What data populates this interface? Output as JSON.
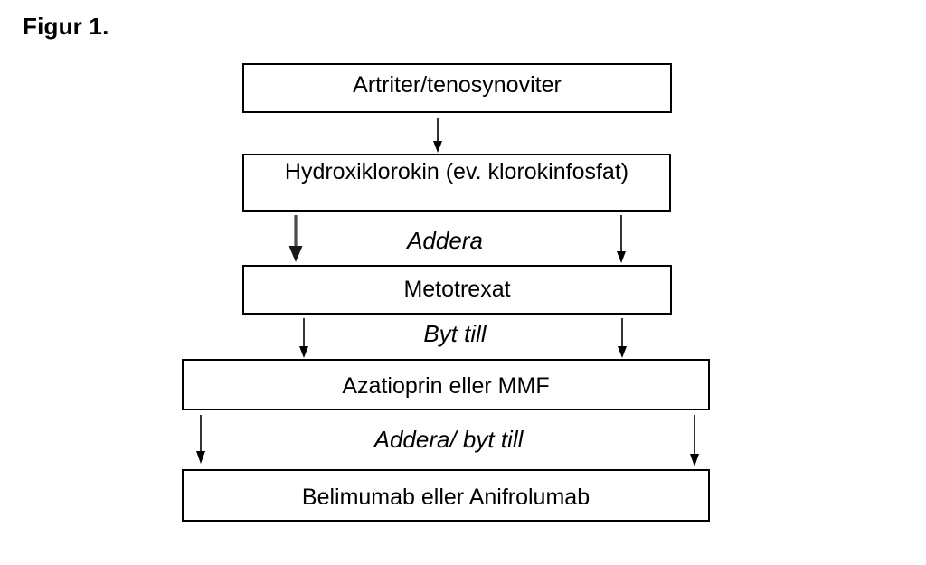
{
  "figure": {
    "title": "Figur 1.",
    "boxes": [
      {
        "id": "artriter",
        "label": "Artriter/tenosynoviter"
      },
      {
        "id": "hydroxiklorokin",
        "label": "Hydroxiklorokin (ev. klorokinfosfat)"
      },
      {
        "id": "metotrexat",
        "label": "Metotrexat"
      },
      {
        "id": "azatioprin",
        "label": "Azatioprin eller MMF"
      },
      {
        "id": "belimumab",
        "label": "Belimumab eller Anifrolumab"
      }
    ],
    "edge_labels": [
      {
        "id": "addera",
        "label": "Addera"
      },
      {
        "id": "byt-till",
        "label": "Byt till"
      },
      {
        "id": "addera-byt-till",
        "label": "Addera/ byt till"
      }
    ],
    "colors": {
      "background": "#ffffff",
      "box_border": "#000000",
      "text": "#000000",
      "arrow": "#000000",
      "thick_arrow_shaft": "#4a4a4a"
    }
  }
}
